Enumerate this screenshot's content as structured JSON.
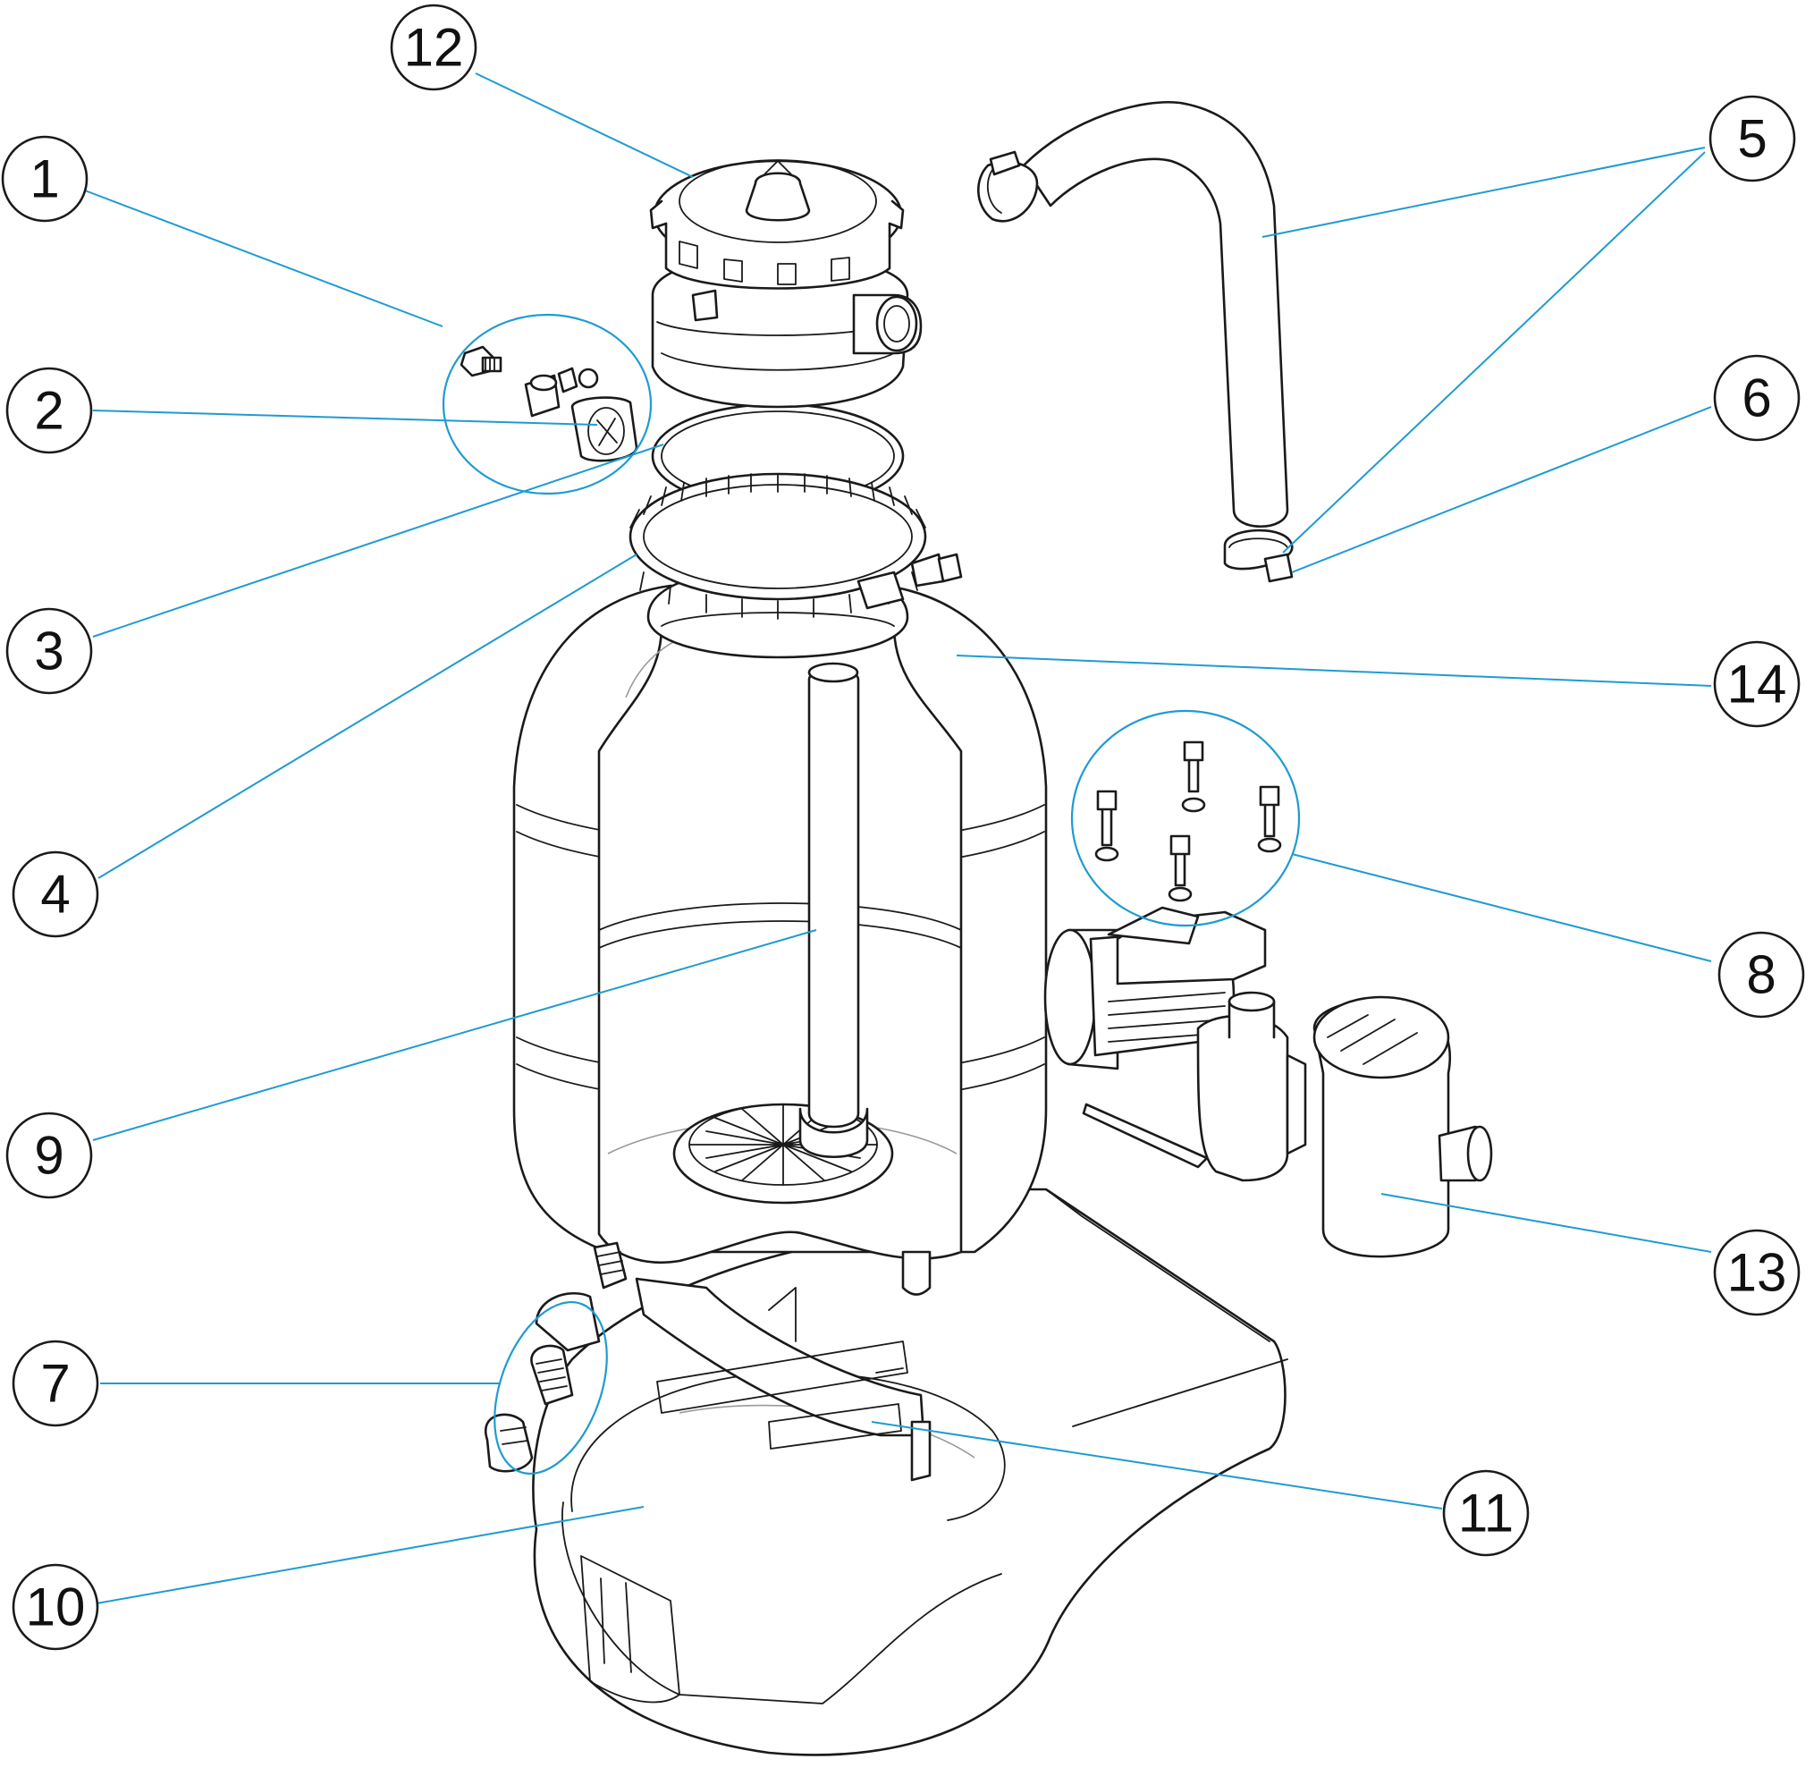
{
  "colors": {
    "leader_line": "#1f9bd1",
    "outline": "#1a1a1a"
  },
  "callouts": [
    {
      "id": "1",
      "label": "1"
    },
    {
      "id": "2",
      "label": "2"
    },
    {
      "id": "3",
      "label": "3"
    },
    {
      "id": "4",
      "label": "4"
    },
    {
      "id": "5",
      "label": "5"
    },
    {
      "id": "6",
      "label": "6"
    },
    {
      "id": "7",
      "label": "7"
    },
    {
      "id": "8",
      "label": "8"
    },
    {
      "id": "9",
      "label": "9"
    },
    {
      "id": "10",
      "label": "10"
    },
    {
      "id": "11",
      "label": "11"
    },
    {
      "id": "12",
      "label": "12"
    },
    {
      "id": "13",
      "label": "13"
    },
    {
      "id": "14",
      "label": "14"
    }
  ]
}
